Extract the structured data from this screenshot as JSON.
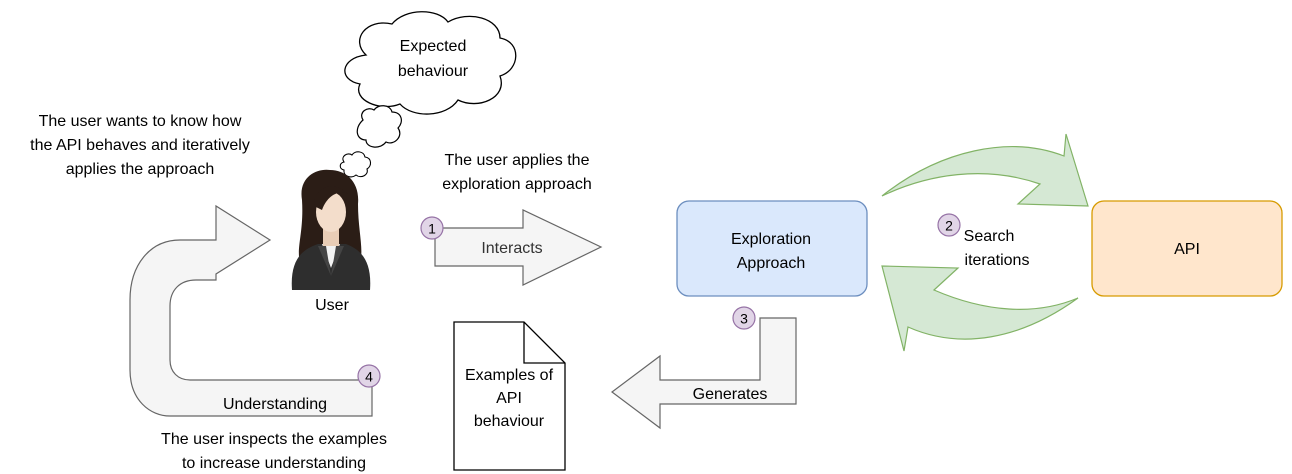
{
  "thought": {
    "text_line1": "Expected",
    "text_line2": "behaviour"
  },
  "user": {
    "label": "User",
    "intent_line1": "The user wants to know how",
    "intent_line2": "the API behaves and iteratively",
    "intent_line3": "applies the approach"
  },
  "apply_caption": {
    "line1": "The user applies the",
    "line2": "exploration approach"
  },
  "steps": [
    {
      "number": "1",
      "label": "Interacts"
    },
    {
      "number": "2",
      "label_line1": "Search",
      "label_line2": "iterations"
    },
    {
      "number": "3",
      "label": "Generates"
    },
    {
      "number": "4",
      "label": "Understanding"
    }
  ],
  "exploration_box": {
    "line1": "Exploration",
    "line2": "Approach",
    "fill": "#dae8fc",
    "stroke": "#6c8ebf"
  },
  "api_box": {
    "label": "API",
    "fill": "#ffe6cc",
    "stroke": "#d79b00"
  },
  "document": {
    "line1": "Examples of",
    "line2": "API",
    "line3": "behaviour"
  },
  "inspect_caption": {
    "line1": "The user inspects the examples",
    "line2": "to increase understanding"
  },
  "colors": {
    "arrow_fill": "#f5f5f5",
    "arrow_stroke": "#666666",
    "cycle_fill": "#d5e8d4",
    "cycle_stroke": "#82b366",
    "step_circle_fill": "#e1d5e7",
    "step_circle_stroke": "#9673a6"
  }
}
